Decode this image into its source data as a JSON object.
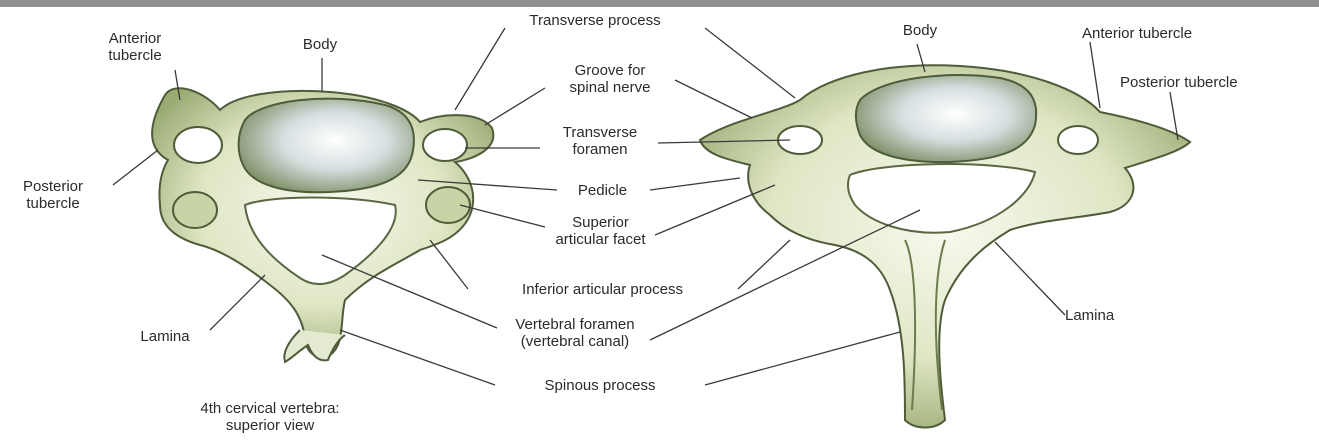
{
  "labels": {
    "anterior_tubercle_left": [
      "Anterior",
      "tubercle"
    ],
    "body_left": "Body",
    "posterior_tubercle_left": [
      "Posterior",
      "tubercle"
    ],
    "lamina_left": "Lamina",
    "caption": [
      "4th cervical vertebra:",
      "superior view"
    ],
    "transverse_process": "Transverse process",
    "groove_for_spinal_nerve": [
      "Groove for",
      "spinal nerve"
    ],
    "transverse_foramen": [
      "Transverse",
      "foramen"
    ],
    "pedicle": "Pedicle",
    "superior_articular_facet": [
      "Superior",
      "articular facet"
    ],
    "inferior_articular_process": "Inferior articular process",
    "vertebral_foramen": [
      "Vertebral foramen",
      "(vertebral canal)"
    ],
    "spinous_process": "Spinous process",
    "body_right": "Body",
    "anterior_tubercle_right": "Anterior tubercle",
    "posterior_tubercle_right": "Posterior tubercle",
    "lamina_right": "Lamina"
  },
  "colors": {
    "bone_fill": "#eef2dc",
    "bone_shadow": "#8fa06a",
    "bone_dark": "#4f5c3a",
    "leader_line": "#3a3a3a",
    "top_border": "#8f8f8f"
  }
}
